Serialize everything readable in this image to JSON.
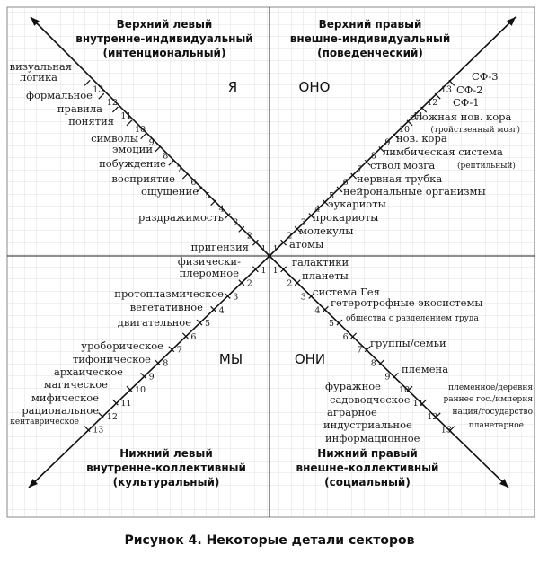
{
  "quadrants": {
    "upper_left": {
      "lines": [
        "Верхний левый",
        "внутренне-индивидуальный",
        "(интенциональный)"
      ],
      "pronoun": "Я"
    },
    "upper_right": {
      "lines": [
        "Верхний правый",
        "внешне-индивидуальный",
        "(поведенческий)"
      ],
      "pronoun": "ОНО"
    },
    "lower_left": {
      "lines": [
        "Нижний левый",
        "внутренне-коллективный",
        "(культуральный)"
      ],
      "pronoun": "МЫ"
    },
    "lower_right": {
      "lines": [
        "Нижний правый",
        "внешне-коллективный",
        "(социальный)"
      ],
      "pronoun": "ОНИ"
    }
  },
  "axis_numbers": [
    "1",
    "2",
    "3",
    "4",
    "5",
    "6",
    "7",
    "8",
    "9",
    "10",
    "11",
    "12",
    "13"
  ],
  "upper_left_labels": [
    "пригензия",
    "раздражимость",
    "ощущение",
    "восприятие",
    "побуждение",
    "эмоции",
    "символы",
    "понятия",
    "правила",
    "формальное",
    "логика",
    "визуальная"
  ],
  "upper_right_labels": [
    "атомы",
    "молекулы",
    "прокариоты",
    "эукариоты",
    "нейрональные организмы",
    "нервная трубка",
    "ствол мозга",
    "(рептильный)",
    "лимбическая система",
    "нов. кора",
    "сложная нов. кора",
    "(тройственный мозг)",
    "СФ-1",
    "СФ-2",
    "СФ-3"
  ],
  "lower_left_labels": [
    "физически-",
    "плеромное",
    "протоплазмическое",
    "вегетативное",
    "двигательное",
    "уроборическое",
    "тифоническое",
    "архаическое",
    "магическое",
    "мифическое",
    "рациональное",
    "кентаврическое"
  ],
  "lower_right_labels": [
    "галактики",
    "планеты",
    "система Гея",
    "гетеротрофные экосистемы",
    "общества с разделением труда",
    "группы/семьи",
    "племена",
    "племенное/деревня",
    "фуражное",
    "садоводческое",
    "раннее гос./империя",
    "аграрное",
    "нация/государство",
    "индустриальное",
    "планетарное",
    "информационное"
  ],
  "caption": "Рисунок 4. Некоторые детали секторов"
}
